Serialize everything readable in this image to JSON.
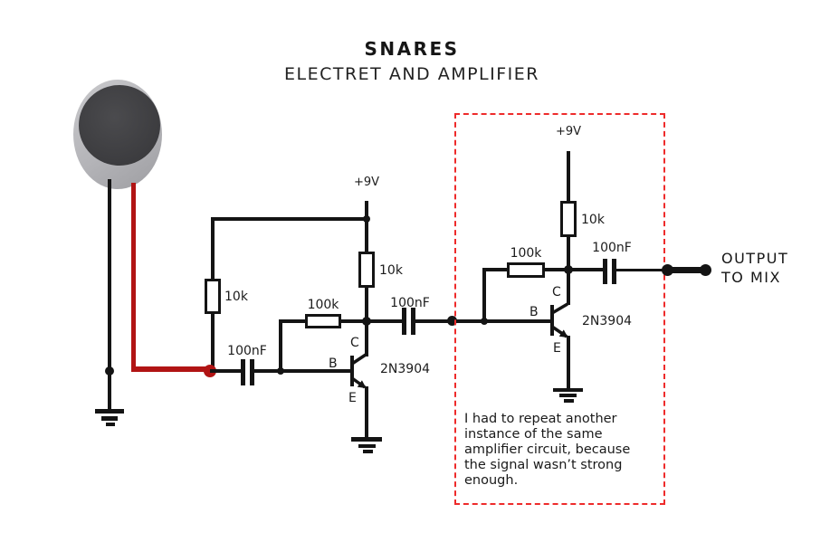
{
  "title": "SNARES",
  "subtitle": "ELECTRET AND AMPLIFIER",
  "colors": {
    "wire": "#141414",
    "mic_signal_wire": "#b11414",
    "repeat_box": "#ee2b2b"
  },
  "mic": {
    "type": "electret-microphone"
  },
  "stage1": {
    "supply": "+9V",
    "bias_resistor": "10k",
    "load_resistor": "10k",
    "feedback_resistor": "100k",
    "input_capacitor": "100nF",
    "output_capacitor": "100nF",
    "transistor": {
      "part": "2N3904",
      "base": "B",
      "collector": "C",
      "emitter": "E"
    }
  },
  "stage2": {
    "supply": "+9V",
    "load_resistor": "10k",
    "feedback_resistor": "100k",
    "output_capacitor": "100nF",
    "transistor": {
      "part": "2N3904",
      "base": "B",
      "collector": "C",
      "emitter": "E"
    }
  },
  "output": {
    "line1": "OUTPUT",
    "line2": "TO MIX"
  },
  "annotation": {
    "lines": [
      "I had to repeat another",
      "instance of the same",
      "amplifier circuit, because",
      "the signal wasn’t strong",
      "enough."
    ]
  }
}
